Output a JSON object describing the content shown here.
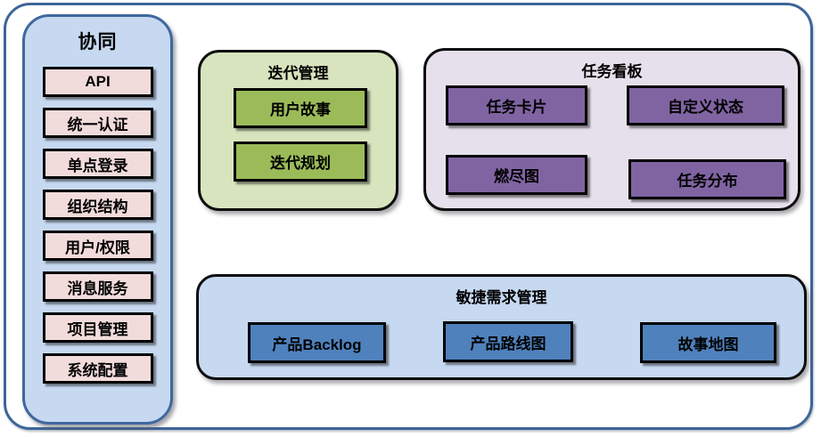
{
  "sidebar": {
    "title": "协同",
    "items": [
      {
        "label": "API"
      },
      {
        "label": "统一认证"
      },
      {
        "label": "单点登录"
      },
      {
        "label": "组织结构"
      },
      {
        "label": "用户/权限"
      },
      {
        "label": "消息服务"
      },
      {
        "label": "项目管理"
      },
      {
        "label": "系统配置"
      }
    ]
  },
  "panels": {
    "iteration": {
      "title": "迭代管理",
      "items": [
        {
          "label": "用户故事"
        },
        {
          "label": "迭代规划"
        }
      ]
    },
    "kanban": {
      "title": "任务看板",
      "items": [
        {
          "label": "任务卡片"
        },
        {
          "label": "自定义状态"
        },
        {
          "label": "燃尽图"
        },
        {
          "label": "任务分布"
        }
      ]
    },
    "agile": {
      "title": "敏捷需求管理",
      "items": [
        {
          "label": "产品Backlog"
        },
        {
          "label": "产品路线图"
        },
        {
          "label": "故事地图"
        }
      ]
    }
  },
  "colors": {
    "outer_border": "#3D6598",
    "sidebar_fill": "#C6D9F1",
    "sidebar_border": "#3E689E",
    "sidebar_item_fill": "#F2DCDB",
    "iteration_panel_fill": "#D7E4BD",
    "iteration_item_fill": "#9BBB59",
    "kanban_panel_fill": "#E6E0EC",
    "kanban_item_fill": "#8064A2",
    "agile_panel_fill": "#C6D9F1",
    "agile_item_fill": "#4F81BD",
    "node_border": "#000000",
    "text": "#000000"
  }
}
